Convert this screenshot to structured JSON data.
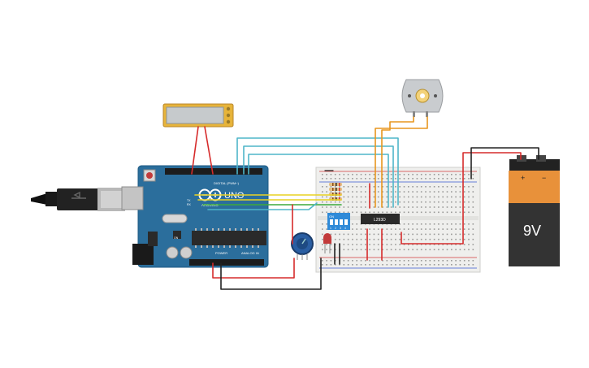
{
  "board": {
    "brand": "ARDUINO",
    "model": "UNO",
    "digital_label": "DIGITAL (PWM~)",
    "power_label": "POWER",
    "analog_label": "ANALOG IN",
    "tx_label": "TX",
    "rx_label": "RX",
    "on_label": "ON"
  },
  "motor_driver": {
    "label": "L293D"
  },
  "dip_switch": {
    "label": "ON",
    "positions": [
      "1",
      "2",
      "3",
      "4"
    ]
  },
  "battery": {
    "label": "9V",
    "plus": "+",
    "minus": "−"
  },
  "colors": {
    "arduino_blue": "#2b6e9c",
    "wire_red": "#d62b2b",
    "wire_black": "#222222",
    "wire_orange": "#e8961e",
    "wire_yellow": "#e9d224",
    "wire_green": "#3caa3c",
    "wire_cyan": "#4fb6c9",
    "breadboard": "#efefed",
    "battery_orange": "#e8913a",
    "battery_body": "#333333"
  },
  "icons": [
    "usb-plug-icon",
    "dc-motor-icon",
    "potentiometer-icon",
    "led-icon",
    "lcd-module-icon"
  ]
}
